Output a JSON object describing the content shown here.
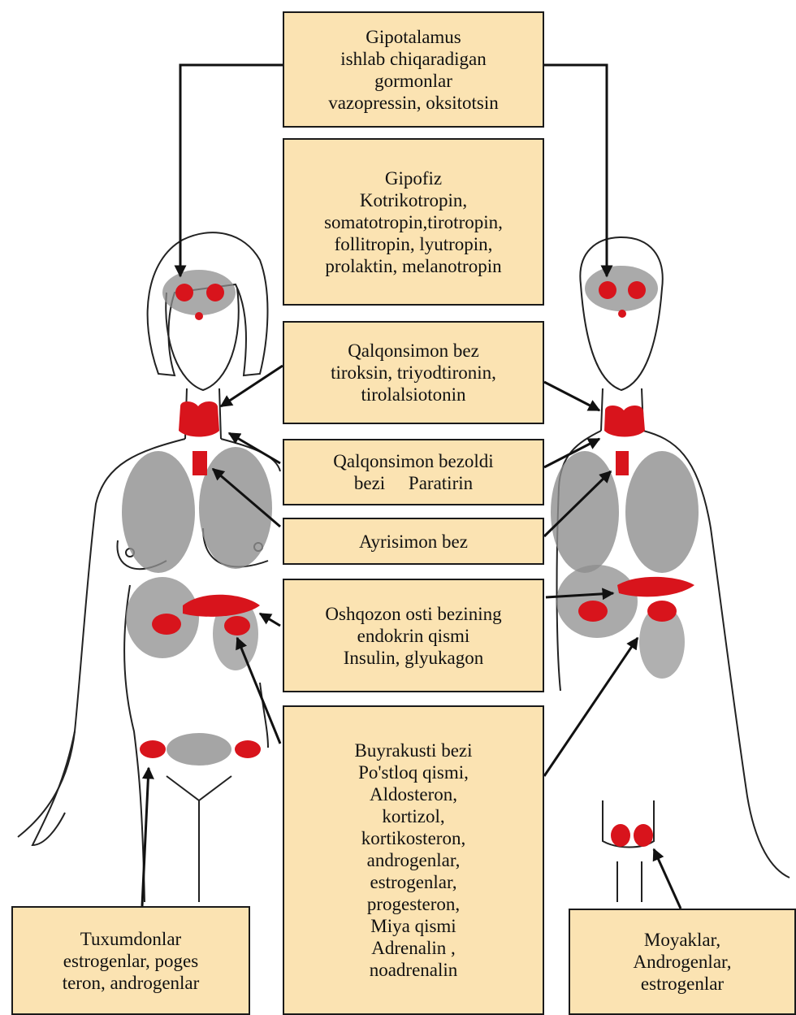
{
  "colors": {
    "box_fill": "#fbe3b2",
    "gland": "#d8141c",
    "organ": "#8e8e8e",
    "line": "#111111"
  },
  "boxes": {
    "gipotalamus": [
      "Gipotalamus",
      "ishlab chiqaradigan",
      "gormonlar",
      "vazopressin, oksitotsin"
    ],
    "gipofiz": [
      "Gipofiz",
      "Kotrikotropin,",
      "somatotropin,tirotropin,",
      "follitropin, lyutropin,",
      "prolaktin, melanotropin"
    ],
    "qalqonsimon": [
      "Qalqonsimon bez",
      "tiroksin, triyodtironin,",
      "tirolalsiotonin"
    ],
    "qalqonsimon_oldi": [
      "Qalqonsimon bezoldi",
      "bezi     Paratirin"
    ],
    "ayrisimon": [
      "Ayrisimon bez"
    ],
    "oshqozon": [
      "Oshqozon osti bezining",
      "endokrin qismi",
      "Insulin, glyukagon"
    ],
    "buyrakusti": [
      "Buyrakusti bezi",
      "Po'stloq qismi,",
      "Aldosteron,",
      "kortizol,",
      "kortikosteron,",
      "androgenlar,",
      "estrogenlar,",
      "progesteron,",
      "Miya qismi",
      "Adrenalin ,",
      "noadrenalin"
    ],
    "tuxumdonlar": [
      "Tuxumdonlar",
      "estrogenlar, poges",
      "teron, androgenlar"
    ],
    "moyaklar": [
      "Moyaklar,",
      "Androgenlar,",
      "estrogenlar"
    ]
  },
  "icons": {
    "arrow": "arrow-icon",
    "gland": "gland-icon"
  }
}
